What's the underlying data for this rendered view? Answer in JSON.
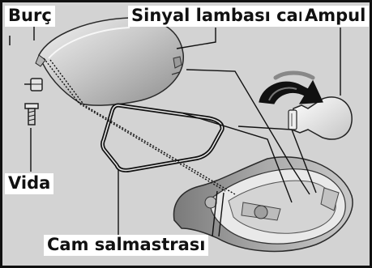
{
  "labels": {
    "burc": "Burç",
    "sinyal_lambasi_cami": "Sinyal lambası camı",
    "ampul": "Ampul",
    "vida": "Vida",
    "cam_salmastrasi": "Cam salmastrası"
  }
}
